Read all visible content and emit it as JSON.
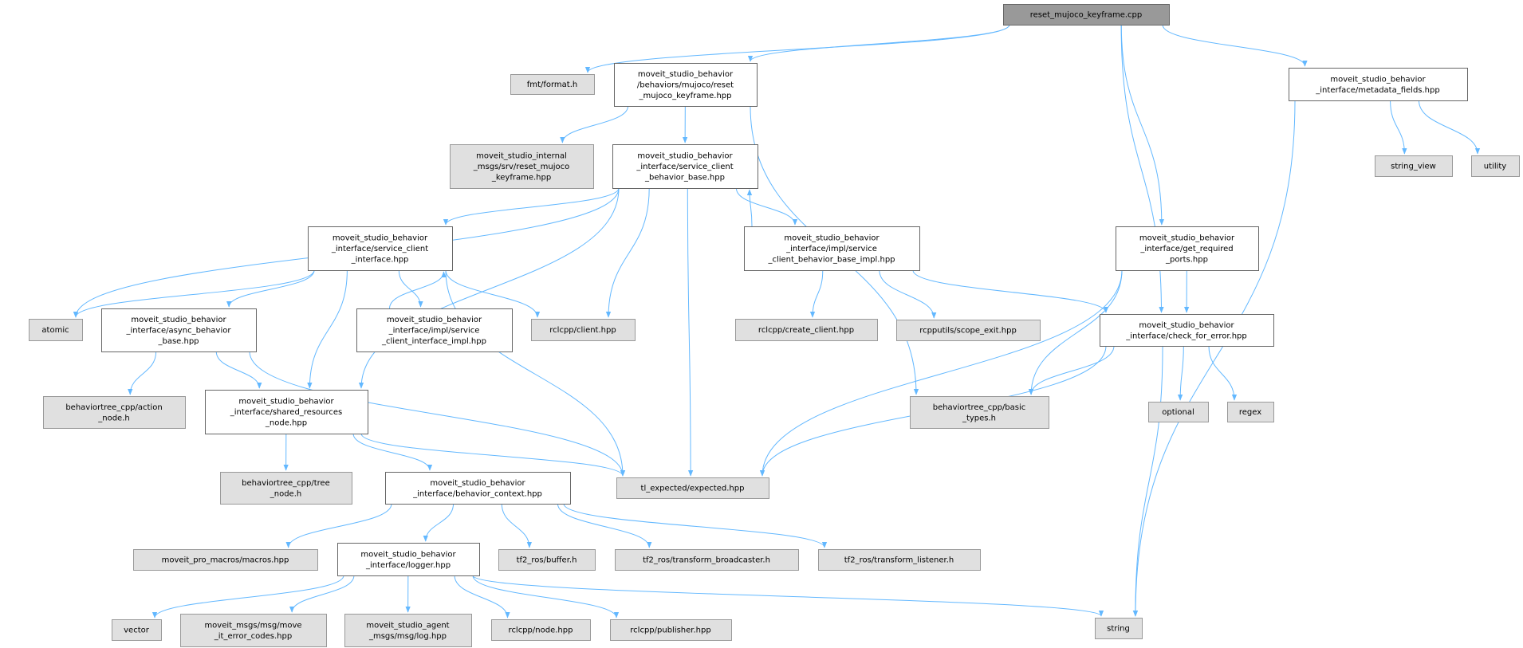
{
  "graph": {
    "title": "reset_mujoco_keyframe.cpp",
    "colors": {
      "edge": "#63b8ff",
      "root_fill": "#999999",
      "doc_fill": "#ffffff",
      "ext_fill": "#e0e0e0"
    },
    "nodes": [
      {
        "id": "root",
        "kind": "root",
        "lines": [
          "reset_mujoco_keyframe.cpp"
        ]
      },
      {
        "id": "fmt",
        "kind": "ext",
        "lines": [
          "fmt/format.h"
        ]
      },
      {
        "id": "reset_hpp",
        "kind": "doc",
        "lines": [
          "moveit_studio_behavior",
          "/behaviors/mujoco/reset",
          "_mujoco_keyframe.hpp"
        ]
      },
      {
        "id": "internal_msgs",
        "kind": "ext",
        "lines": [
          "moveit_studio_internal",
          "_msgs/srv/reset_mujoco",
          "_keyframe.hpp"
        ]
      },
      {
        "id": "scbb",
        "kind": "doc",
        "lines": [
          "moveit_studio_behavior",
          "_interface/service_client",
          "_behavior_base.hpp"
        ]
      },
      {
        "id": "sci",
        "kind": "doc",
        "lines": [
          "moveit_studio_behavior",
          "_interface/service_client",
          "_interface.hpp"
        ]
      },
      {
        "id": "scbb_impl",
        "kind": "doc",
        "lines": [
          "moveit_studio_behavior",
          "_interface/impl/service",
          "_client_behavior_base_impl.hpp"
        ]
      },
      {
        "id": "get_ports",
        "kind": "doc",
        "lines": [
          "moveit_studio_behavior",
          "_interface/get_required",
          "_ports.hpp"
        ]
      },
      {
        "id": "metadata",
        "kind": "doc",
        "lines": [
          "moveit_studio_behavior",
          "_interface/metadata_fields.hpp"
        ]
      },
      {
        "id": "string_view",
        "kind": "ext",
        "lines": [
          "string_view"
        ]
      },
      {
        "id": "utility",
        "kind": "ext",
        "lines": [
          "utility"
        ]
      },
      {
        "id": "atomic",
        "kind": "ext",
        "lines": [
          "atomic"
        ]
      },
      {
        "id": "async",
        "kind": "doc",
        "lines": [
          "moveit_studio_behavior",
          "_interface/async_behavior",
          "_base.hpp"
        ]
      },
      {
        "id": "sci_impl",
        "kind": "doc",
        "lines": [
          "moveit_studio_behavior",
          "_interface/impl/service",
          "_client_interface_impl.hpp"
        ]
      },
      {
        "id": "rclcpp_client",
        "kind": "ext",
        "lines": [
          "rclcpp/client.hpp"
        ]
      },
      {
        "id": "create_client",
        "kind": "ext",
        "lines": [
          "rclcpp/create_client.hpp"
        ]
      },
      {
        "id": "scope_exit",
        "kind": "ext",
        "lines": [
          "rcpputils/scope_exit.hpp"
        ]
      },
      {
        "id": "check_error",
        "kind": "doc",
        "lines": [
          "moveit_studio_behavior",
          "_interface/check_for_error.hpp"
        ]
      },
      {
        "id": "action_node",
        "kind": "ext",
        "lines": [
          "behaviortree_cpp/action",
          "_node.h"
        ]
      },
      {
        "id": "shared_res",
        "kind": "doc",
        "lines": [
          "moveit_studio_behavior",
          "_interface/shared_resources",
          "_node.hpp"
        ]
      },
      {
        "id": "basic_types",
        "kind": "ext",
        "lines": [
          "behaviortree_cpp/basic",
          "_types.h"
        ]
      },
      {
        "id": "optional",
        "kind": "ext",
        "lines": [
          "optional"
        ]
      },
      {
        "id": "regex",
        "kind": "ext",
        "lines": [
          "regex"
        ]
      },
      {
        "id": "tree_node",
        "kind": "ext",
        "lines": [
          "behaviortree_cpp/tree",
          "_node.h"
        ]
      },
      {
        "id": "behavior_ctx",
        "kind": "doc",
        "lines": [
          "moveit_studio_behavior",
          "_interface/behavior_context.hpp"
        ]
      },
      {
        "id": "tl_expected",
        "kind": "ext",
        "lines": [
          "tl_expected/expected.hpp"
        ]
      },
      {
        "id": "macros",
        "kind": "ext",
        "lines": [
          "moveit_pro_macros/macros.hpp"
        ]
      },
      {
        "id": "logger",
        "kind": "doc",
        "lines": [
          "moveit_studio_behavior",
          "_interface/logger.hpp"
        ]
      },
      {
        "id": "tf2_buffer",
        "kind": "ext",
        "lines": [
          "tf2_ros/buffer.h"
        ]
      },
      {
        "id": "tf2_broadcaster",
        "kind": "ext",
        "lines": [
          "tf2_ros/transform_broadcaster.h"
        ]
      },
      {
        "id": "tf2_listener",
        "kind": "ext",
        "lines": [
          "tf2_ros/transform_listener.h"
        ]
      },
      {
        "id": "vector",
        "kind": "ext",
        "lines": [
          "vector"
        ]
      },
      {
        "id": "error_codes",
        "kind": "ext",
        "lines": [
          "moveit_msgs/msg/move",
          "_it_error_codes.hpp"
        ]
      },
      {
        "id": "agent_log",
        "kind": "ext",
        "lines": [
          "moveit_studio_agent",
          "_msgs/msg/log.hpp"
        ]
      },
      {
        "id": "rclcpp_node",
        "kind": "ext",
        "lines": [
          "rclcpp/node.hpp"
        ]
      },
      {
        "id": "publisher",
        "kind": "ext",
        "lines": [
          "rclcpp/publisher.hpp"
        ]
      },
      {
        "id": "string",
        "kind": "ext",
        "lines": [
          "string"
        ]
      }
    ],
    "edges": [
      [
        "root",
        "fmt"
      ],
      [
        "root",
        "reset_hpp"
      ],
      [
        "root",
        "check_error"
      ],
      [
        "root",
        "get_ports"
      ],
      [
        "root",
        "metadata"
      ],
      [
        "reset_hpp",
        "internal_msgs"
      ],
      [
        "reset_hpp",
        "scbb"
      ],
      [
        "reset_hpp",
        "basic_types"
      ],
      [
        "scbb",
        "atomic"
      ],
      [
        "scbb",
        "sci"
      ],
      [
        "scbb",
        "rclcpp_client"
      ],
      [
        "scbb",
        "shared_res"
      ],
      [
        "scbb",
        "tl_expected"
      ],
      [
        "scbb",
        "scbb_impl"
      ],
      [
        "scbb_impl",
        "scbb"
      ],
      [
        "scbb_impl",
        "create_client"
      ],
      [
        "scbb_impl",
        "scope_exit"
      ],
      [
        "scbb_impl",
        "check_error"
      ],
      [
        "sci",
        "atomic"
      ],
      [
        "sci",
        "async"
      ],
      [
        "sci",
        "sci_impl"
      ],
      [
        "sci",
        "rclcpp_client"
      ],
      [
        "sci",
        "shared_res"
      ],
      [
        "sci",
        "tl_expected"
      ],
      [
        "sci_impl",
        "sci"
      ],
      [
        "async",
        "action_node"
      ],
      [
        "async",
        "shared_res"
      ],
      [
        "async",
        "tl_expected"
      ],
      [
        "shared_res",
        "tree_node"
      ],
      [
        "shared_res",
        "behavior_ctx"
      ],
      [
        "shared_res",
        "tl_expected"
      ],
      [
        "behavior_ctx",
        "macros"
      ],
      [
        "behavior_ctx",
        "logger"
      ],
      [
        "behavior_ctx",
        "tf2_buffer"
      ],
      [
        "behavior_ctx",
        "tf2_broadcaster"
      ],
      [
        "behavior_ctx",
        "tf2_listener"
      ],
      [
        "logger",
        "vector"
      ],
      [
        "logger",
        "error_codes"
      ],
      [
        "logger",
        "agent_log"
      ],
      [
        "logger",
        "rclcpp_node"
      ],
      [
        "logger",
        "publisher"
      ],
      [
        "logger",
        "string"
      ],
      [
        "get_ports",
        "basic_types"
      ],
      [
        "get_ports",
        "check_error"
      ],
      [
        "get_ports",
        "tl_expected"
      ],
      [
        "check_error",
        "basic_types"
      ],
      [
        "check_error",
        "tl_expected"
      ],
      [
        "check_error",
        "string"
      ],
      [
        "check_error",
        "optional"
      ],
      [
        "check_error",
        "regex"
      ],
      [
        "metadata",
        "string"
      ],
      [
        "metadata",
        "string_view"
      ],
      [
        "metadata",
        "utility"
      ]
    ]
  }
}
